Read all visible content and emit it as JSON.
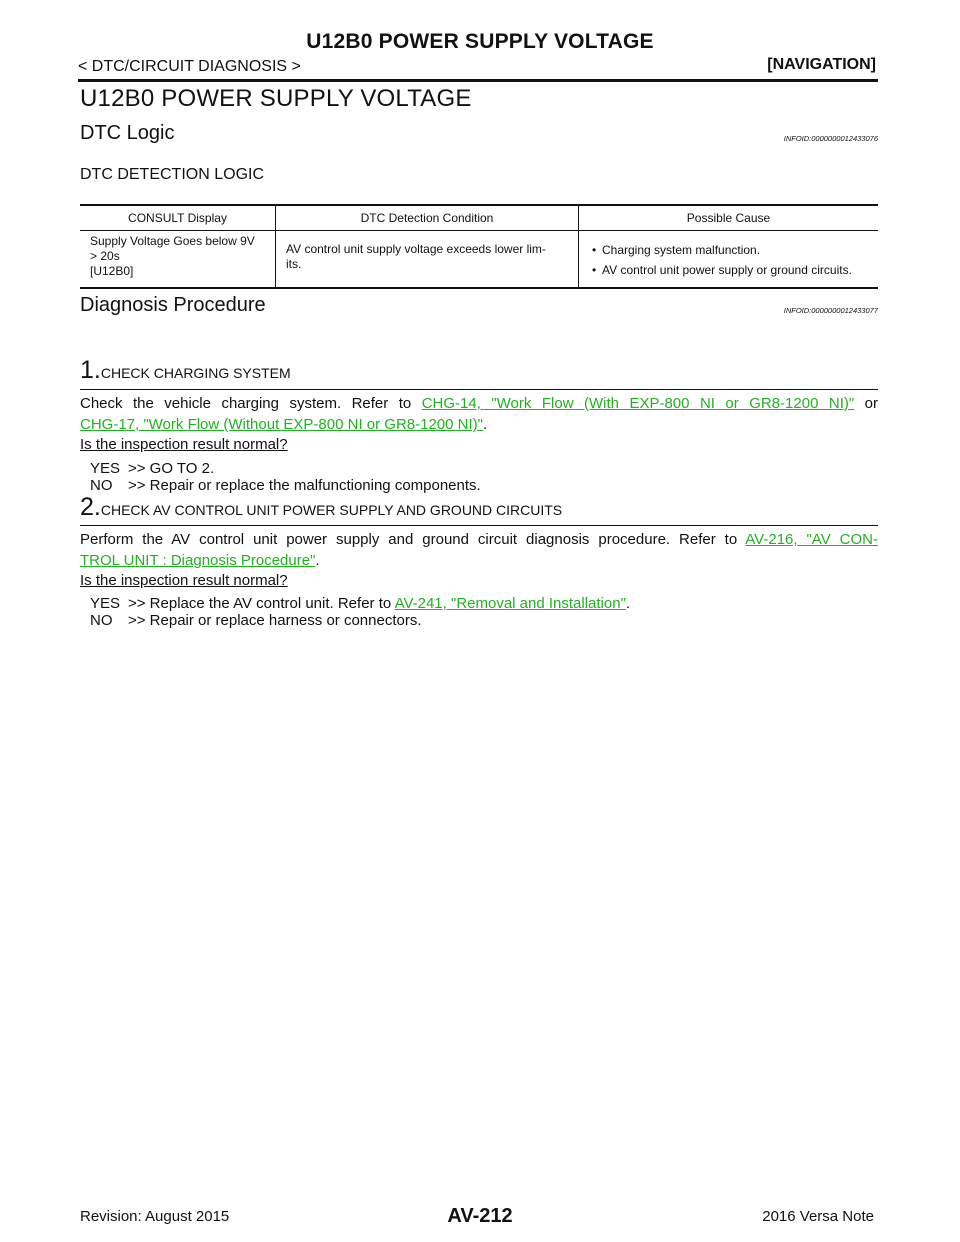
{
  "header": {
    "title": "U12B0 POWER SUPPLY VOLTAGE",
    "breadcrumb": "< DTC/CIRCUIT DIAGNOSIS >",
    "section": "[NAVIGATION]"
  },
  "page_title": "U12B0 POWER SUPPLY VOLTAGE",
  "dtc_logic": {
    "heading": "DTC Logic",
    "infoid": "INFOID:0000000012433076",
    "subheading": "DTC DETECTION LOGIC",
    "table": {
      "headers": [
        "CONSULT Display",
        "DTC Detection Condition",
        "Possible Cause"
      ],
      "row": {
        "display": [
          "Supply Voltage Goes below 9V",
          "> 20s",
          "[U12B0]"
        ],
        "condition": [
          "AV control unit supply voltage exceeds lower lim-",
          "its."
        ],
        "causes": [
          "Charging system malfunction.",
          "AV control unit power supply or ground circuits."
        ]
      }
    }
  },
  "diagnosis": {
    "heading": "Diagnosis Procedure",
    "infoid": "INFOID:0000000012433077",
    "steps": [
      {
        "num": "1.",
        "title": "CHECK CHARGING SYSTEM",
        "text_pre": "Check the vehicle charging system. Refer to ",
        "link1": "CHG-14, \"Work Flow (With EXP-800 NI or GR8-1200 NI)\"",
        "text_mid": " or",
        "link2": "CHG-17, \"Work Flow (Without EXP-800 NI or GR8-1200 NI)\"",
        "text_post": ".",
        "question": "Is the inspection result normal?",
        "yes_key": "YES",
        "yes_text": ">> GO TO 2.",
        "no_key": "NO",
        "no_text": ">> Repair or replace the malfunctioning components."
      },
      {
        "num": "2.",
        "title": "CHECK AV CONTROL UNIT POWER SUPPLY AND GROUND CIRCUITS",
        "text_pre": "Perform the AV control unit power supply and ground circuit diagnosis procedure. Refer to ",
        "link1a": "AV-216, \"AV CON-",
        "link1b": "TROL UNIT : Diagnosis Procedure\"",
        "text_post": ".",
        "question": "Is the inspection result normal?",
        "yes_key": "YES",
        "yes_text_pre": ">> Replace the AV control unit. Refer to ",
        "yes_link": "AV-241, \"Removal and Installation\"",
        "yes_text_post": ".",
        "no_key": "NO",
        "no_text": ">> Repair or replace harness or connectors."
      }
    ]
  },
  "footer": {
    "revision": "Revision: August 2015",
    "page": "AV-212",
    "model": "2016 Versa Note"
  },
  "colors": {
    "link": "#1fb31f",
    "text": "#111111"
  }
}
